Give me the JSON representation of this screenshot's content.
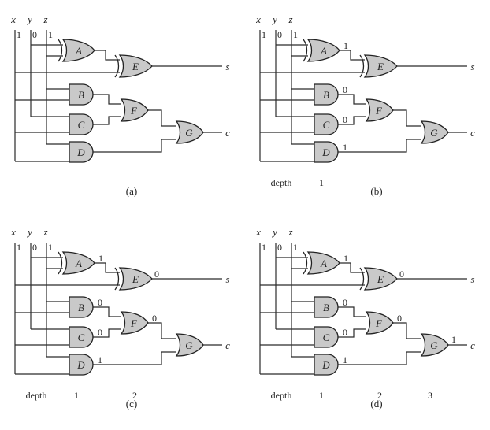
{
  "panels": [
    {
      "id": "a",
      "caption": "(a)",
      "inputs": {
        "x": "1",
        "y": "0",
        "z": "1"
      },
      "labels": {
        "x": "x",
        "y": "y",
        "z": "z",
        "s": "s",
        "c": "c"
      },
      "gates": {
        "A": "A",
        "B": "B",
        "C": "C",
        "D": "D",
        "E": "E",
        "F": "F",
        "G": "G"
      },
      "outputs": {
        "A": "",
        "B": "",
        "C": "",
        "D": "",
        "E": "",
        "F": "",
        "G": ""
      },
      "depth": {
        "label": "",
        "d1": "",
        "d2": "",
        "d3": ""
      }
    },
    {
      "id": "b",
      "caption": "(b)",
      "inputs": {
        "x": "1",
        "y": "0",
        "z": "1"
      },
      "labels": {
        "x": "x",
        "y": "y",
        "z": "z",
        "s": "s",
        "c": "c"
      },
      "gates": {
        "A": "A",
        "B": "B",
        "C": "C",
        "D": "D",
        "E": "E",
        "F": "F",
        "G": "G"
      },
      "outputs": {
        "A": "1",
        "B": "0",
        "C": "0",
        "D": "1",
        "E": "",
        "F": "",
        "G": ""
      },
      "depth": {
        "label": "depth",
        "d1": "1",
        "d2": "",
        "d3": ""
      }
    },
    {
      "id": "c",
      "caption": "(c)",
      "inputs": {
        "x": "1",
        "y": "0",
        "z": "1"
      },
      "labels": {
        "x": "x",
        "y": "y",
        "z": "z",
        "s": "s",
        "c": "c"
      },
      "gates": {
        "A": "A",
        "B": "B",
        "C": "C",
        "D": "D",
        "E": "E",
        "F": "F",
        "G": "G"
      },
      "outputs": {
        "A": "1",
        "B": "0",
        "C": "0",
        "D": "1",
        "E": "0",
        "F": "0",
        "G": ""
      },
      "depth": {
        "label": "depth",
        "d1": "1",
        "d2": "2",
        "d3": ""
      }
    },
    {
      "id": "d",
      "caption": "(d)",
      "inputs": {
        "x": "1",
        "y": "0",
        "z": "1"
      },
      "labels": {
        "x": "x",
        "y": "y",
        "z": "z",
        "s": "s",
        "c": "c"
      },
      "gates": {
        "A": "A",
        "B": "B",
        "C": "C",
        "D": "D",
        "E": "E",
        "F": "F",
        "G": "G"
      },
      "outputs": {
        "A": "1",
        "B": "0",
        "C": "0",
        "D": "1",
        "E": "0",
        "F": "0",
        "G": "1"
      },
      "depth": {
        "label": "depth",
        "d1": "1",
        "d2": "2",
        "d3": "3"
      }
    }
  ],
  "colors": {
    "gate_fill": "#c9c9c9",
    "wire": "#2a2a2a",
    "background": "#ffffff"
  }
}
